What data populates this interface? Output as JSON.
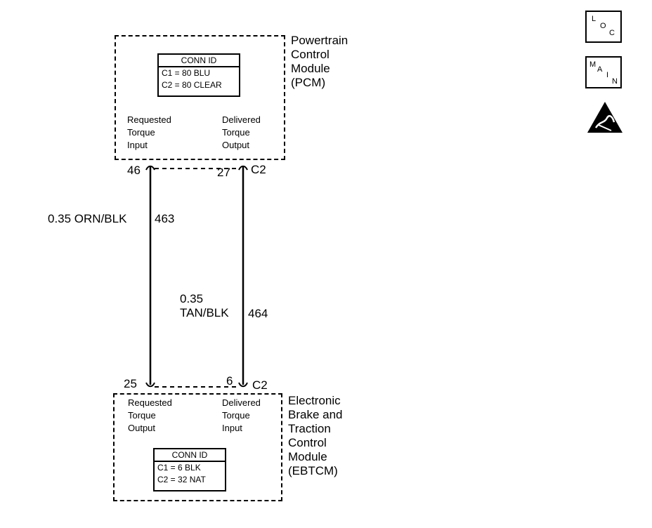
{
  "pcm": {
    "name_lines": [
      "Powertrain",
      "Control",
      "Module",
      "(PCM)"
    ],
    "conn_id": {
      "header": "CONN ID",
      "rows": [
        "C1 = 80 BLU",
        "C2 = 80 CLEAR"
      ]
    },
    "left_func": [
      "Requested",
      "Torque",
      "Input"
    ],
    "right_func": [
      "Delivered",
      "Torque",
      "Output"
    ],
    "pin_left": "46",
    "pin_right": "27",
    "connector": "C2"
  },
  "wires": {
    "left": {
      "gauge_color": "0.35 ORN/BLK",
      "circuit": "463"
    },
    "right": {
      "gauge": "0.35",
      "color": "TAN/BLK",
      "circuit": "464"
    }
  },
  "ebtcm": {
    "name_lines": [
      "Electronic",
      "Brake and",
      "Traction",
      "Control",
      "Module",
      "(EBTCM)"
    ],
    "conn_id": {
      "header": "CONN ID",
      "rows": [
        "C1 = 6 BLK",
        "C2 = 32 NAT"
      ]
    },
    "left_func": [
      "Requested",
      "Torque",
      "Output"
    ],
    "right_func": [
      "Delivered",
      "Torque",
      "Input"
    ],
    "pin_left": "25",
    "pin_right": "6",
    "connector": "C2"
  },
  "legend_icons": {
    "loc": {
      "letters": [
        "L",
        "O",
        "C"
      ]
    },
    "main": {
      "letters": [
        "M",
        "A",
        "I",
        "N"
      ]
    },
    "esd_icon": "esd-warning-icon"
  }
}
